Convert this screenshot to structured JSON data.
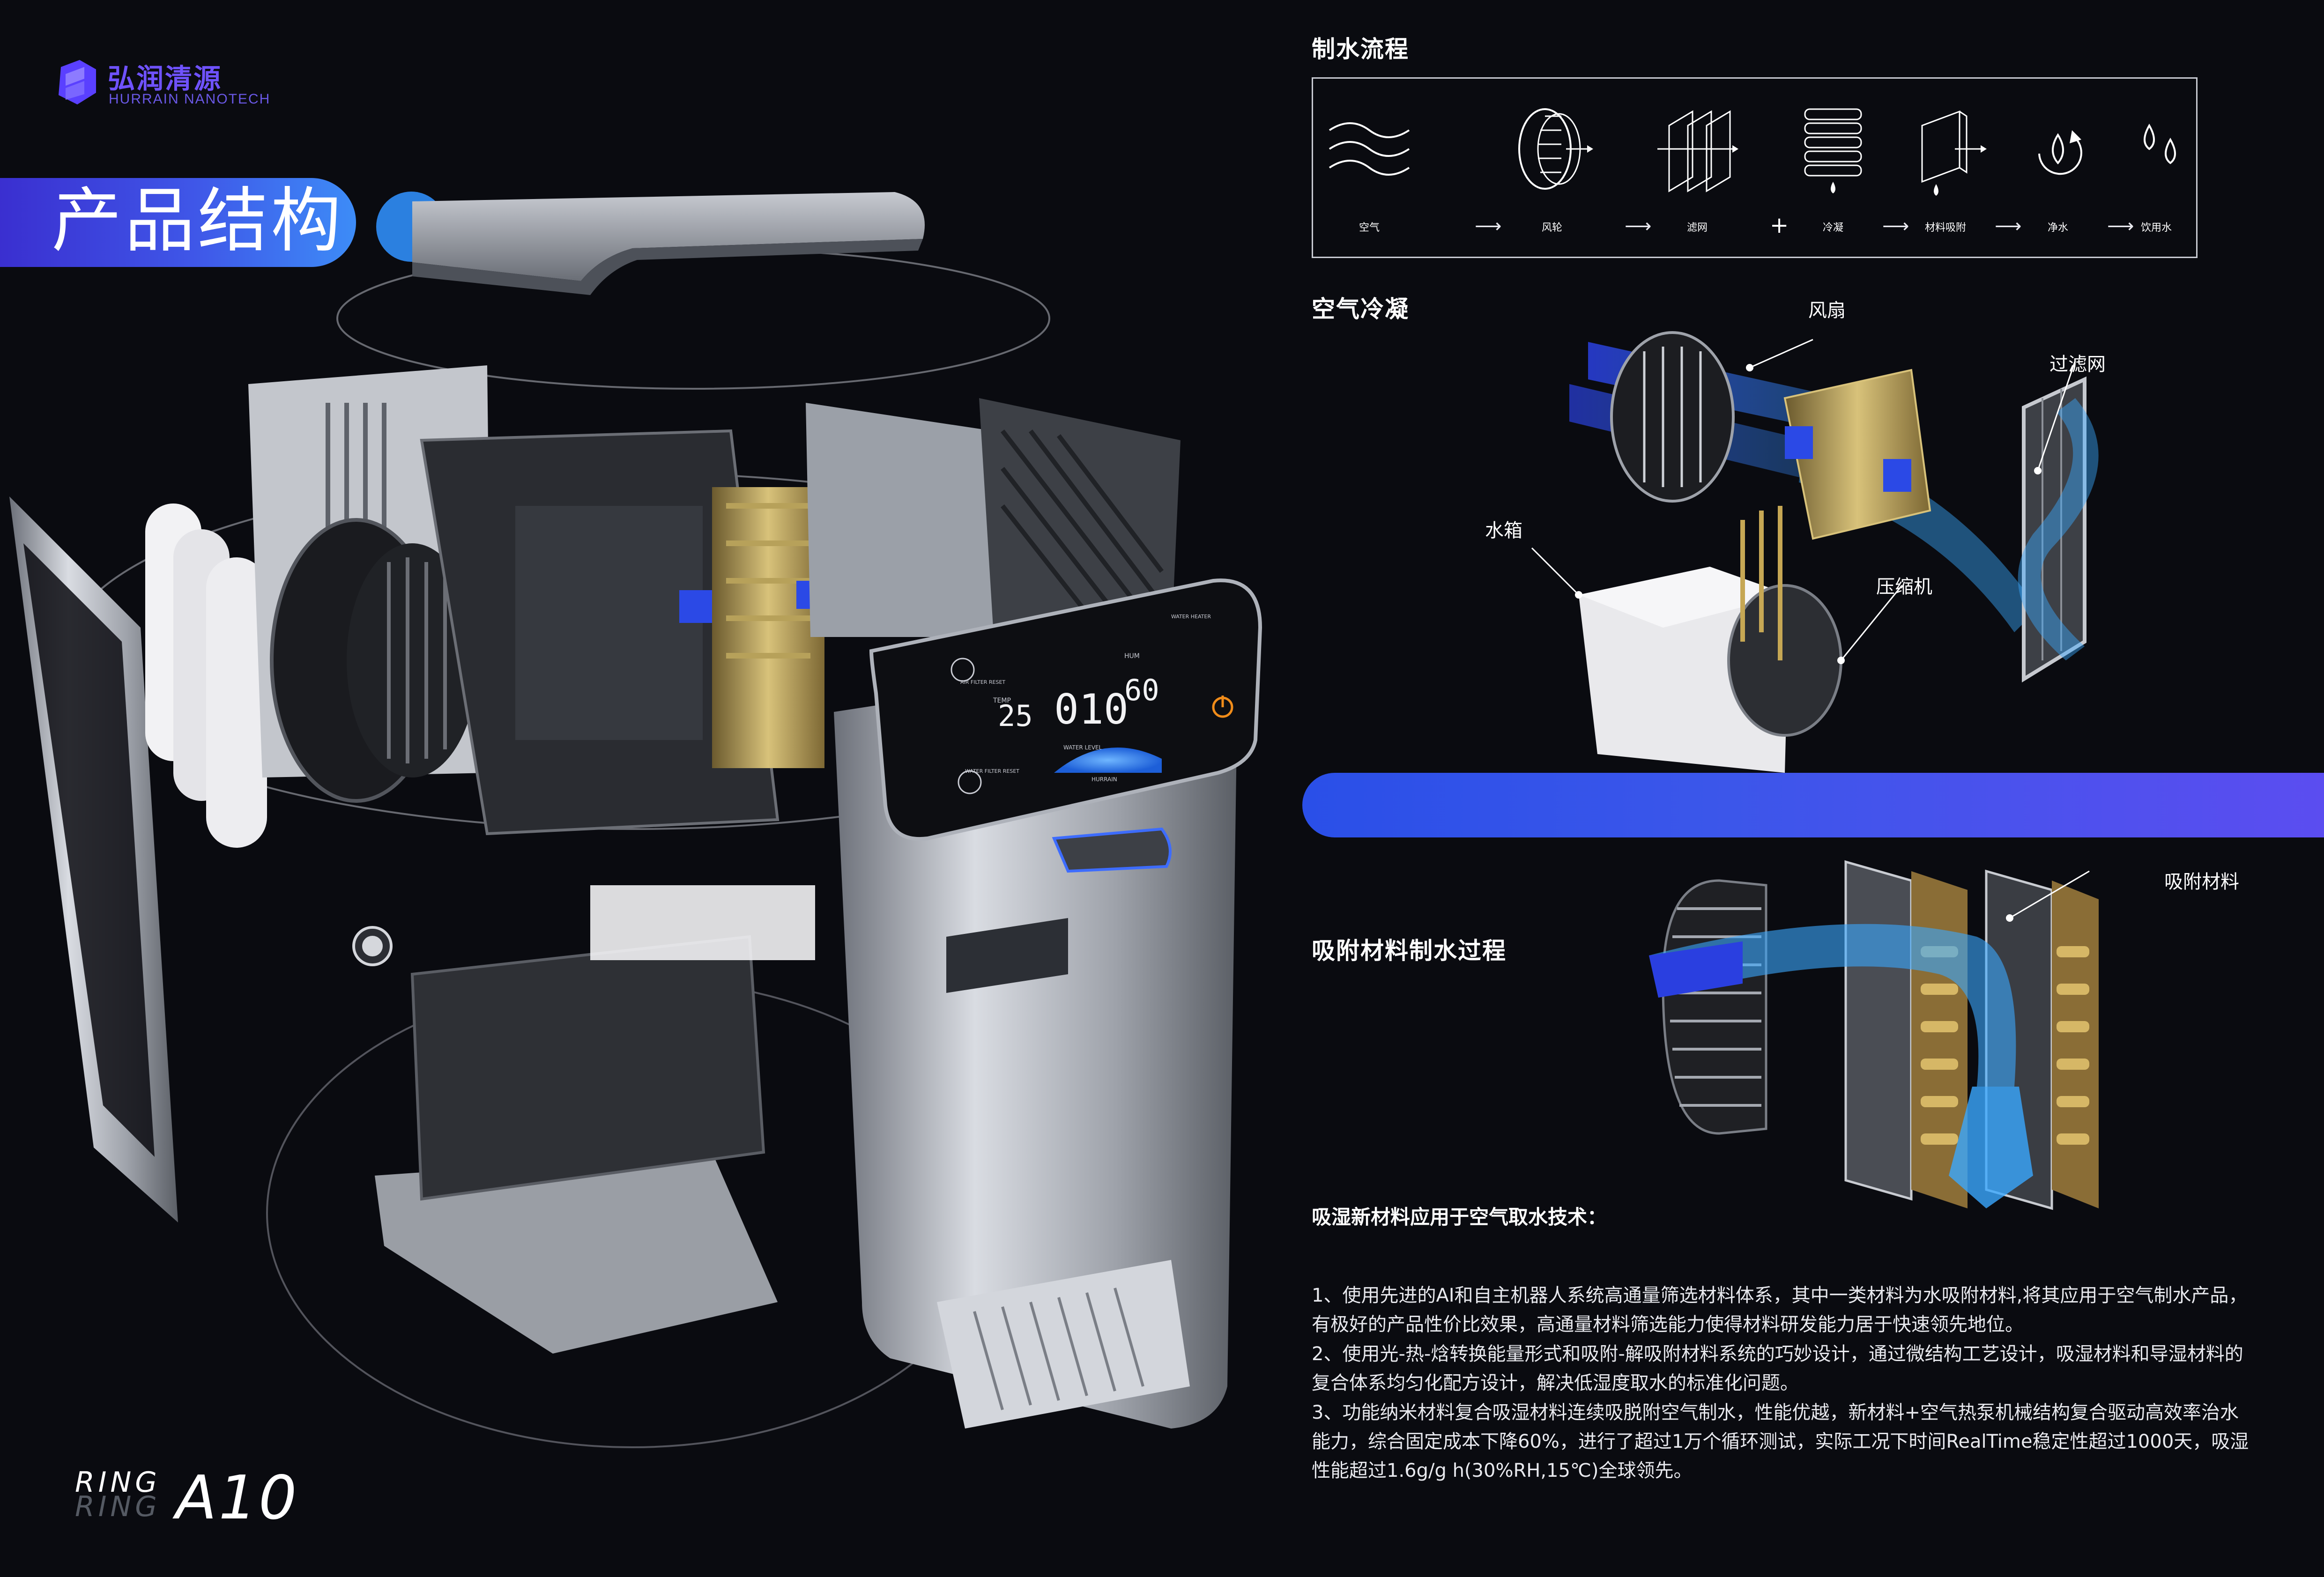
{
  "brand": {
    "name_cn": "弘润清源",
    "name_en": "HURRAIN NANOTECH"
  },
  "section_title": "产品结构",
  "model": {
    "word_top": "RING",
    "word_bottom": "RING",
    "number": "A10"
  },
  "display_panel": {
    "temp_label": "TEMP",
    "temp_value": "25",
    "volume_value": "010",
    "humidity_label": "HUM",
    "humidity_value": "60",
    "water_level_label": "WATER LEVEL",
    "filter_reset_label": "AIR FILTER RESET",
    "water_filter_label": "WATER FILTER RESET",
    "water_heater_label": "WATER HEATER",
    "brand_label": "HURRAIN"
  },
  "flow": {
    "heading": "制水流程",
    "steps": [
      {
        "label": "空气",
        "icon": "air-waves-icon"
      },
      {
        "label": "风轮",
        "icon": "fan-wheel-icon"
      },
      {
        "label": "滤网",
        "icon": "filter-mesh-icon"
      },
      {
        "label": "冷凝",
        "icon": "condenser-icon"
      },
      {
        "label": "材料吸附",
        "icon": "adsorption-icon"
      },
      {
        "label": "净水",
        "icon": "purify-icon"
      },
      {
        "label": "饮用水",
        "icon": "drinking-water-icon"
      }
    ],
    "plus": "+",
    "arrow": "⟶"
  },
  "condensation": {
    "heading": "空气冷凝",
    "labels": {
      "fan": "风扇",
      "filter": "过滤网",
      "tank": "水箱",
      "compressor": "压缩机"
    }
  },
  "adsorption": {
    "heading": "吸附材料制水过程",
    "label": "吸附材料"
  },
  "tech": {
    "title": "吸湿新材料应用于空气取水技术：",
    "paragraphs": [
      "1、使用先进的AI和自主机器人系统高通量筛选材料体系，其中一类材料为水吸附材料,将其应用于空气制水产品，有极好的产品性价比效果，高通量材料筛选能力使得材料研发能力居于快速领先地位。",
      "2、使用光-热-焓转换能量形式和吸附-解吸附材料系统的巧妙设计，通过微结构工艺设计，吸湿材料和导湿材料的复合体系均匀化配方设计，解决低湿度取水的标准化问题。",
      "3、功能纳米材料复合吸湿材料连续吸脱附空气制水，性能优越，新材料+空气热泵机械结构复合驱动高效率治水能力，综合固定成本下降60%，进行了超过1万个循环测试，实际工况下时间RealTime稳定性超过1000天，吸湿性能超过1.6g/g h(30%RH,15℃)全球领先。"
    ]
  },
  "colors": {
    "background": "#0a0b10",
    "accent_blue": "#3b56ea",
    "accent_purple": "#6f52ff",
    "brushed_metal": "#b8bcc4"
  }
}
